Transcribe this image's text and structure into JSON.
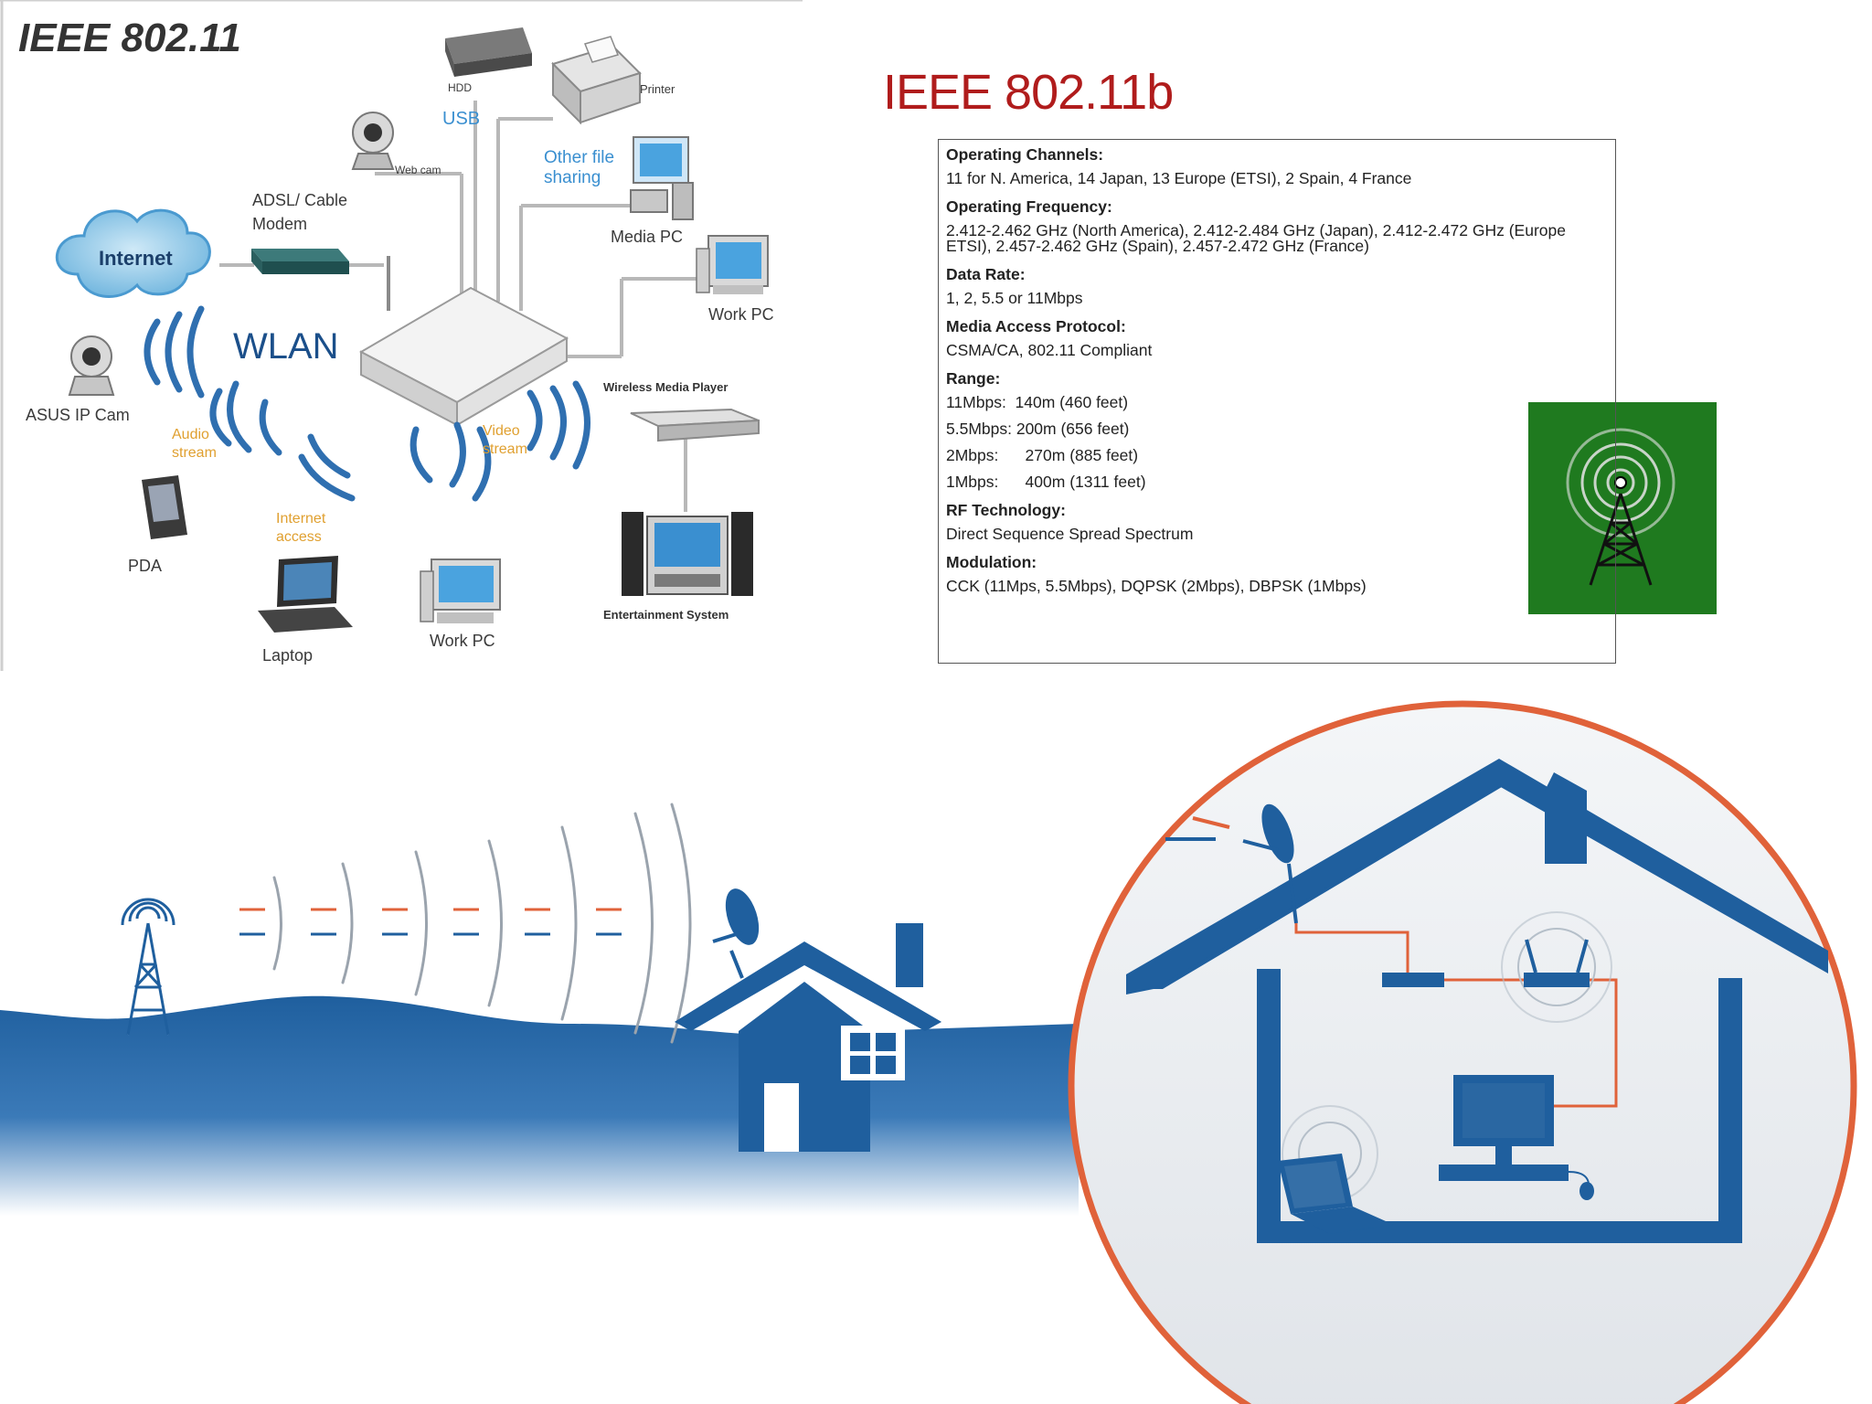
{
  "network_diagram": {
    "title": "IEEE 802.11",
    "labels": {
      "hdd": "HDD",
      "usb": "USB",
      "printer": "Printer",
      "web_cam": "Web cam",
      "file_sharing": "Other file\nsharing",
      "media_pc": "Media PC",
      "modem": "ADSL/ Cable\nModem",
      "internet": "Internet",
      "work_pc_right": "Work PC",
      "wlan": "WLAN",
      "ip_cam": "ASUS IP Cam",
      "audio": "Audio\nstream",
      "video": "Video\nstream",
      "media_player": "Wireless Media Player",
      "internet_access": "Internet\naccess",
      "pda": "PDA",
      "laptop": "Laptop",
      "work_pc_bottom": "Work PC",
      "entertainment": "Entertainment System"
    },
    "colors": {
      "cloud": "#8ac7e8",
      "waves": "#2f6fb0",
      "wlan_text": "#1b4f8a"
    }
  },
  "spec": {
    "title": "IEEE 802.11b",
    "sections": [
      {
        "heading": "Operating Channels:",
        "lines": [
          "11 for N. America, 14 Japan, 13 Europe (ETSI), 2 Spain, 4 France"
        ]
      },
      {
        "heading": "Operating Frequency:",
        "lines": [
          "2.412-2.462 GHz (North America), 2.412-2.484 GHz (Japan), 2.412-2.472 GHz (Europe ETSI), 2.457-2.462 GHz (Spain), 2.457-2.472 GHz (France)"
        ]
      },
      {
        "heading": "Data Rate:",
        "lines": [
          "1, 2, 5.5 or 11Mbps"
        ]
      },
      {
        "heading": "Media Access Protocol:",
        "lines": [
          "CSMA/CA, 802.11 Compliant"
        ]
      },
      {
        "heading": "Range:",
        "lines": [
          "11Mbps:  140m (460 feet)",
          "5.5Mbps: 200m (656 feet)",
          "2Mbps:      270m (885 feet)",
          "1Mbps:      400m (1311 feet)"
        ]
      },
      {
        "heading": "RF Technology:",
        "lines": [
          "Direct Sequence Spread Spectrum"
        ]
      },
      {
        "heading": "Modulation:",
        "lines": [
          "CCK (11Mps, 5.5Mbps), DQPSK (2Mbps), DBPSK (1Mbps)"
        ]
      }
    ],
    "colors": {
      "title": "#b01c1c",
      "tower_bg": "#1f7a1f"
    }
  },
  "illustration": {
    "colors": {
      "primary": "#1f5f9e",
      "hill": "#2b6aa8",
      "accent": "#e0623a",
      "circle": "#e0623a"
    }
  }
}
